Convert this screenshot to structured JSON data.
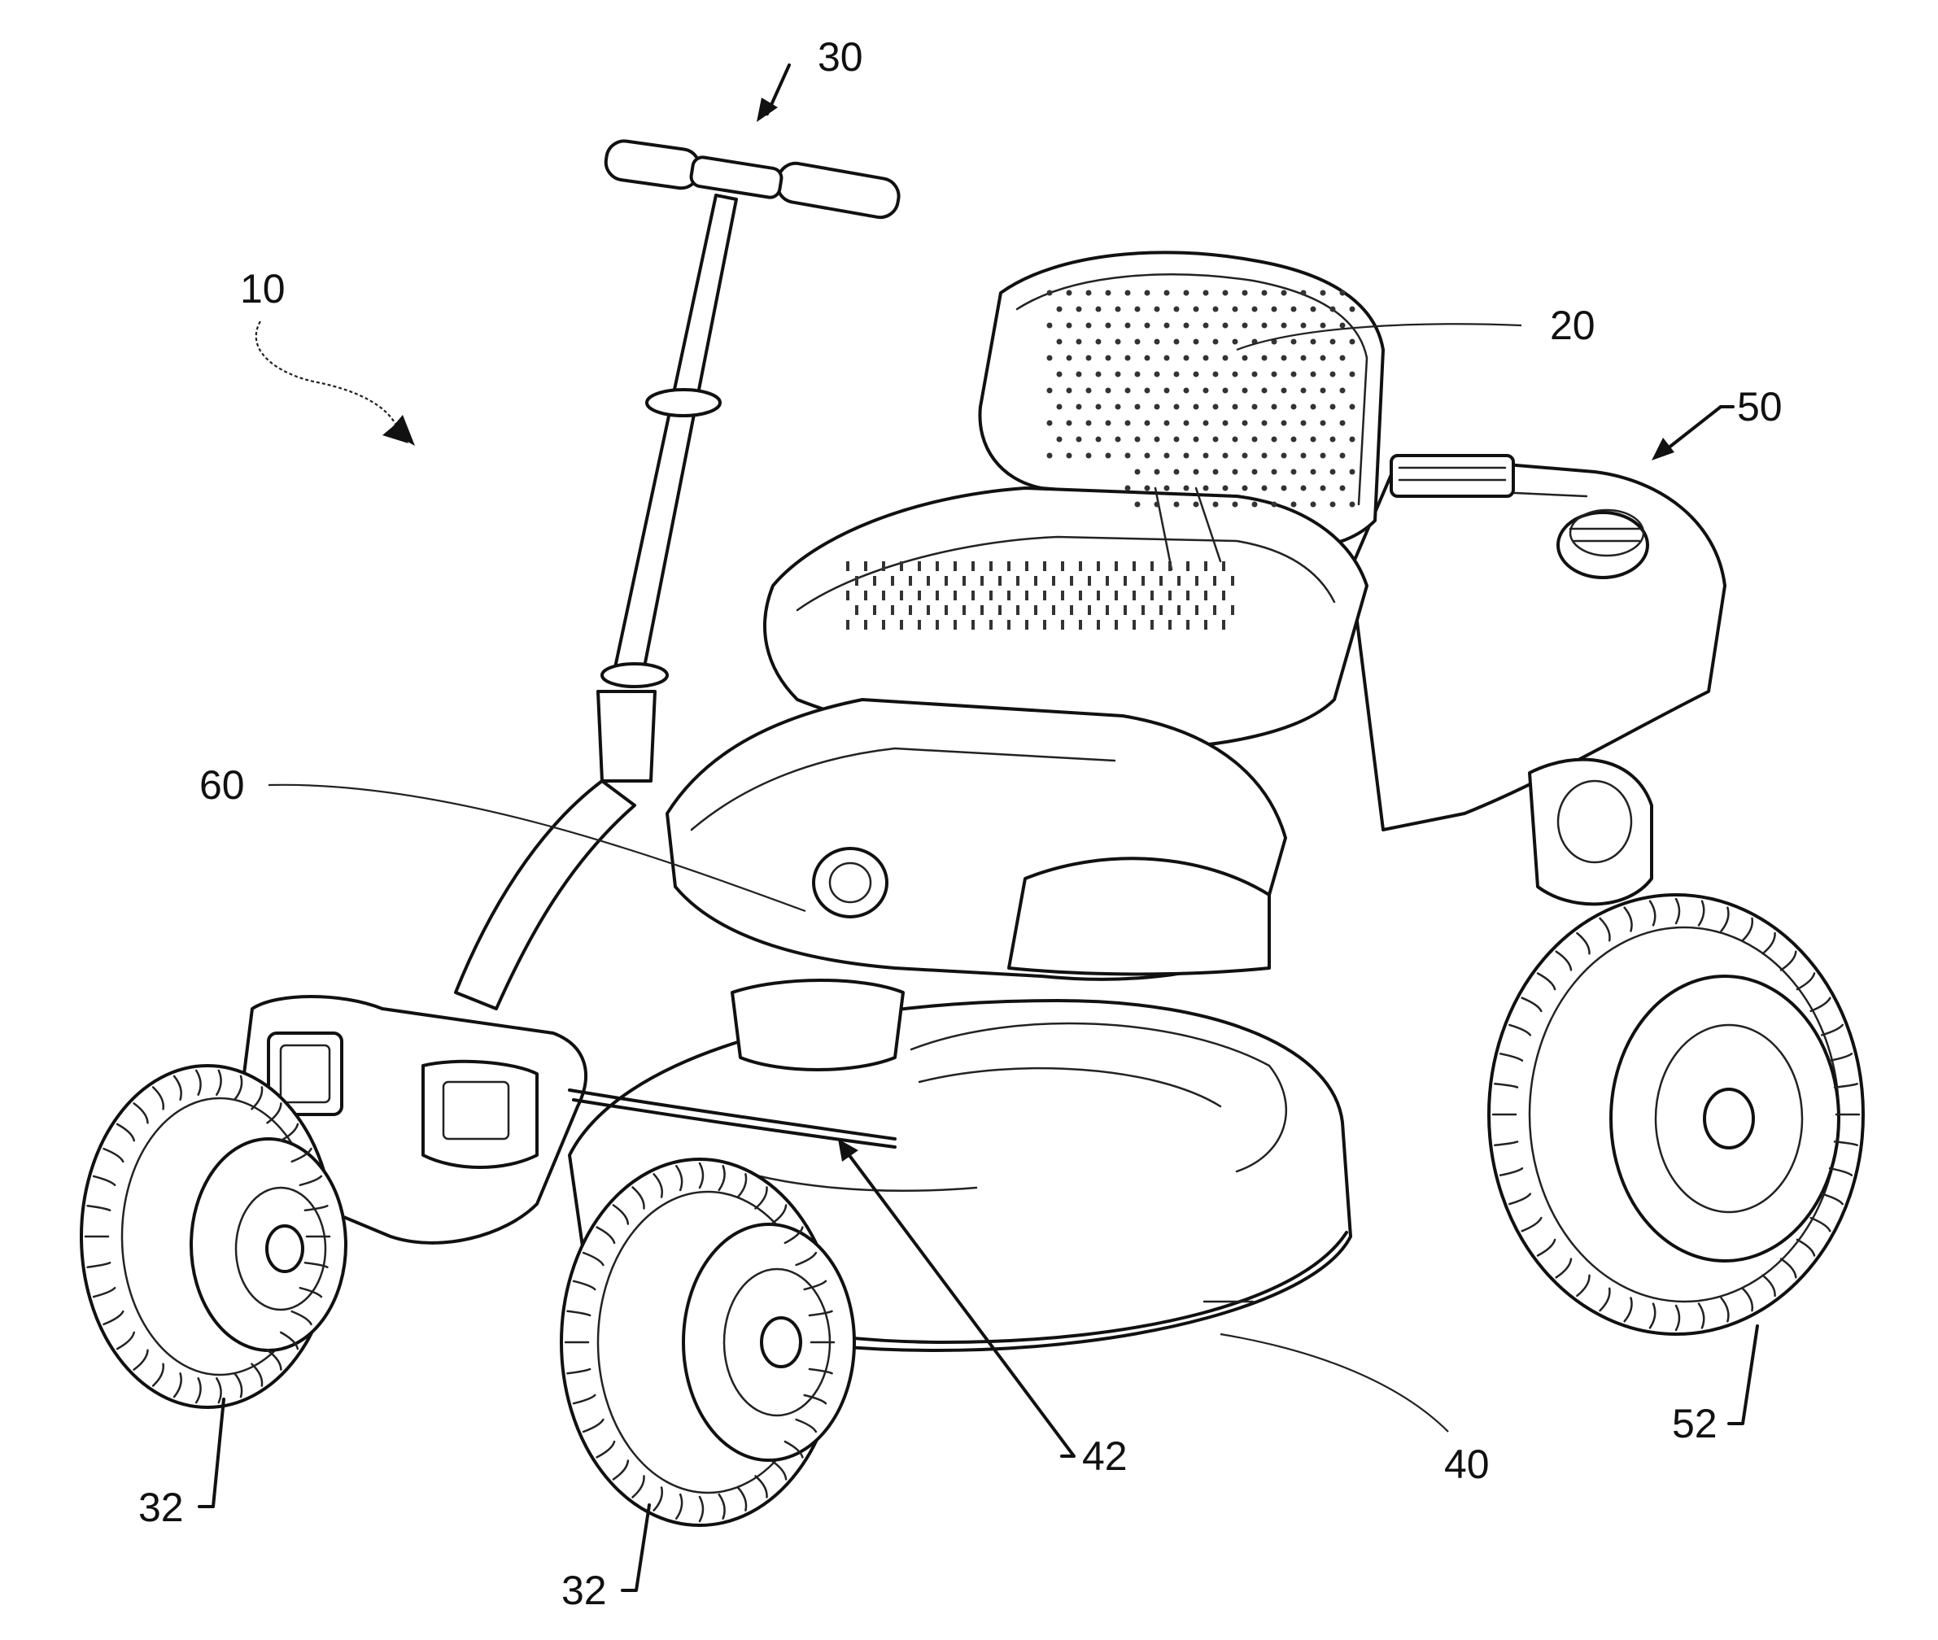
{
  "figure": {
    "reference_numerals": {
      "mower": "10",
      "seat": "20",
      "steering": "30",
      "front_wheel_left": "32",
      "front_wheel_center": "32",
      "deck": "40",
      "deck_part": "42",
      "rear_assembly": "50",
      "rear_wheel": "52",
      "body_part": "60"
    }
  }
}
